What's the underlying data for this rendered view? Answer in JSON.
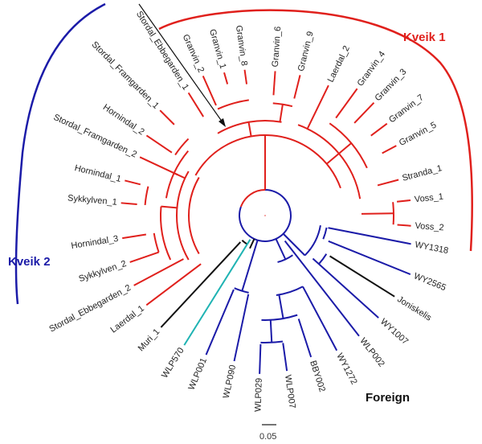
{
  "colors": {
    "kveik": "#e0201c",
    "foreign": "#1b1ba8",
    "outgroup": "#111111",
    "wlp570": "#1fb3b3"
  },
  "annotations": {
    "kveik1": "Kveik 1",
    "kveik2": "Kveik 2",
    "foreign": "Foreign"
  },
  "scale_bar": {
    "label": "0.05"
  },
  "leaves": [
    {
      "name": "Stordal_Ebbegarden_1",
      "group": "kveik"
    },
    {
      "name": "Granvin_2",
      "group": "kveik"
    },
    {
      "name": "Granvin_1",
      "group": "kveik"
    },
    {
      "name": "Granvin_8",
      "group": "kveik"
    },
    {
      "name": "Granvin_6",
      "group": "kveik"
    },
    {
      "name": "Granvin_9",
      "group": "kveik"
    },
    {
      "name": "Laerdal_2",
      "group": "kveik"
    },
    {
      "name": "Granvin_4",
      "group": "kveik"
    },
    {
      "name": "Granvin_3",
      "group": "kveik"
    },
    {
      "name": "Granvin_7",
      "group": "kveik"
    },
    {
      "name": "Granvin_5",
      "group": "kveik"
    },
    {
      "name": "Stranda_1",
      "group": "kveik"
    },
    {
      "name": "Voss_1",
      "group": "kveik"
    },
    {
      "name": "Voss_2",
      "group": "kveik"
    },
    {
      "name": "WY1318",
      "group": "foreign"
    },
    {
      "name": "WY2565",
      "group": "foreign"
    },
    {
      "name": "Joniskelis",
      "group": "outgroup"
    },
    {
      "name": "WY1007",
      "group": "foreign"
    },
    {
      "name": "WLP002",
      "group": "foreign"
    },
    {
      "name": "WY1272",
      "group": "foreign"
    },
    {
      "name": "BBY002",
      "group": "foreign"
    },
    {
      "name": "WLP007",
      "group": "foreign"
    },
    {
      "name": "WLP029",
      "group": "foreign"
    },
    {
      "name": "WLP090",
      "group": "foreign"
    },
    {
      "name": "WLP001",
      "group": "foreign"
    },
    {
      "name": "WLP570",
      "group": "wlp570"
    },
    {
      "name": "Muri_1",
      "group": "outgroup"
    },
    {
      "name": "Laerdal_1",
      "group": "kveik"
    },
    {
      "name": "Stordal_Ebbegarden_2",
      "group": "kveik"
    },
    {
      "name": "Sykkylven_2",
      "group": "kveik"
    },
    {
      "name": "Hornindal_3",
      "group": "kveik"
    },
    {
      "name": "Sykkylven_1",
      "group": "kveik"
    },
    {
      "name": "Hornindal_1",
      "group": "kveik"
    },
    {
      "name": "Stordal_Framgarden_2",
      "group": "kveik"
    },
    {
      "name": "Hornindal_2",
      "group": "kveik"
    },
    {
      "name": "Stordal_Framgarden_1",
      "group": "kveik"
    }
  ]
}
